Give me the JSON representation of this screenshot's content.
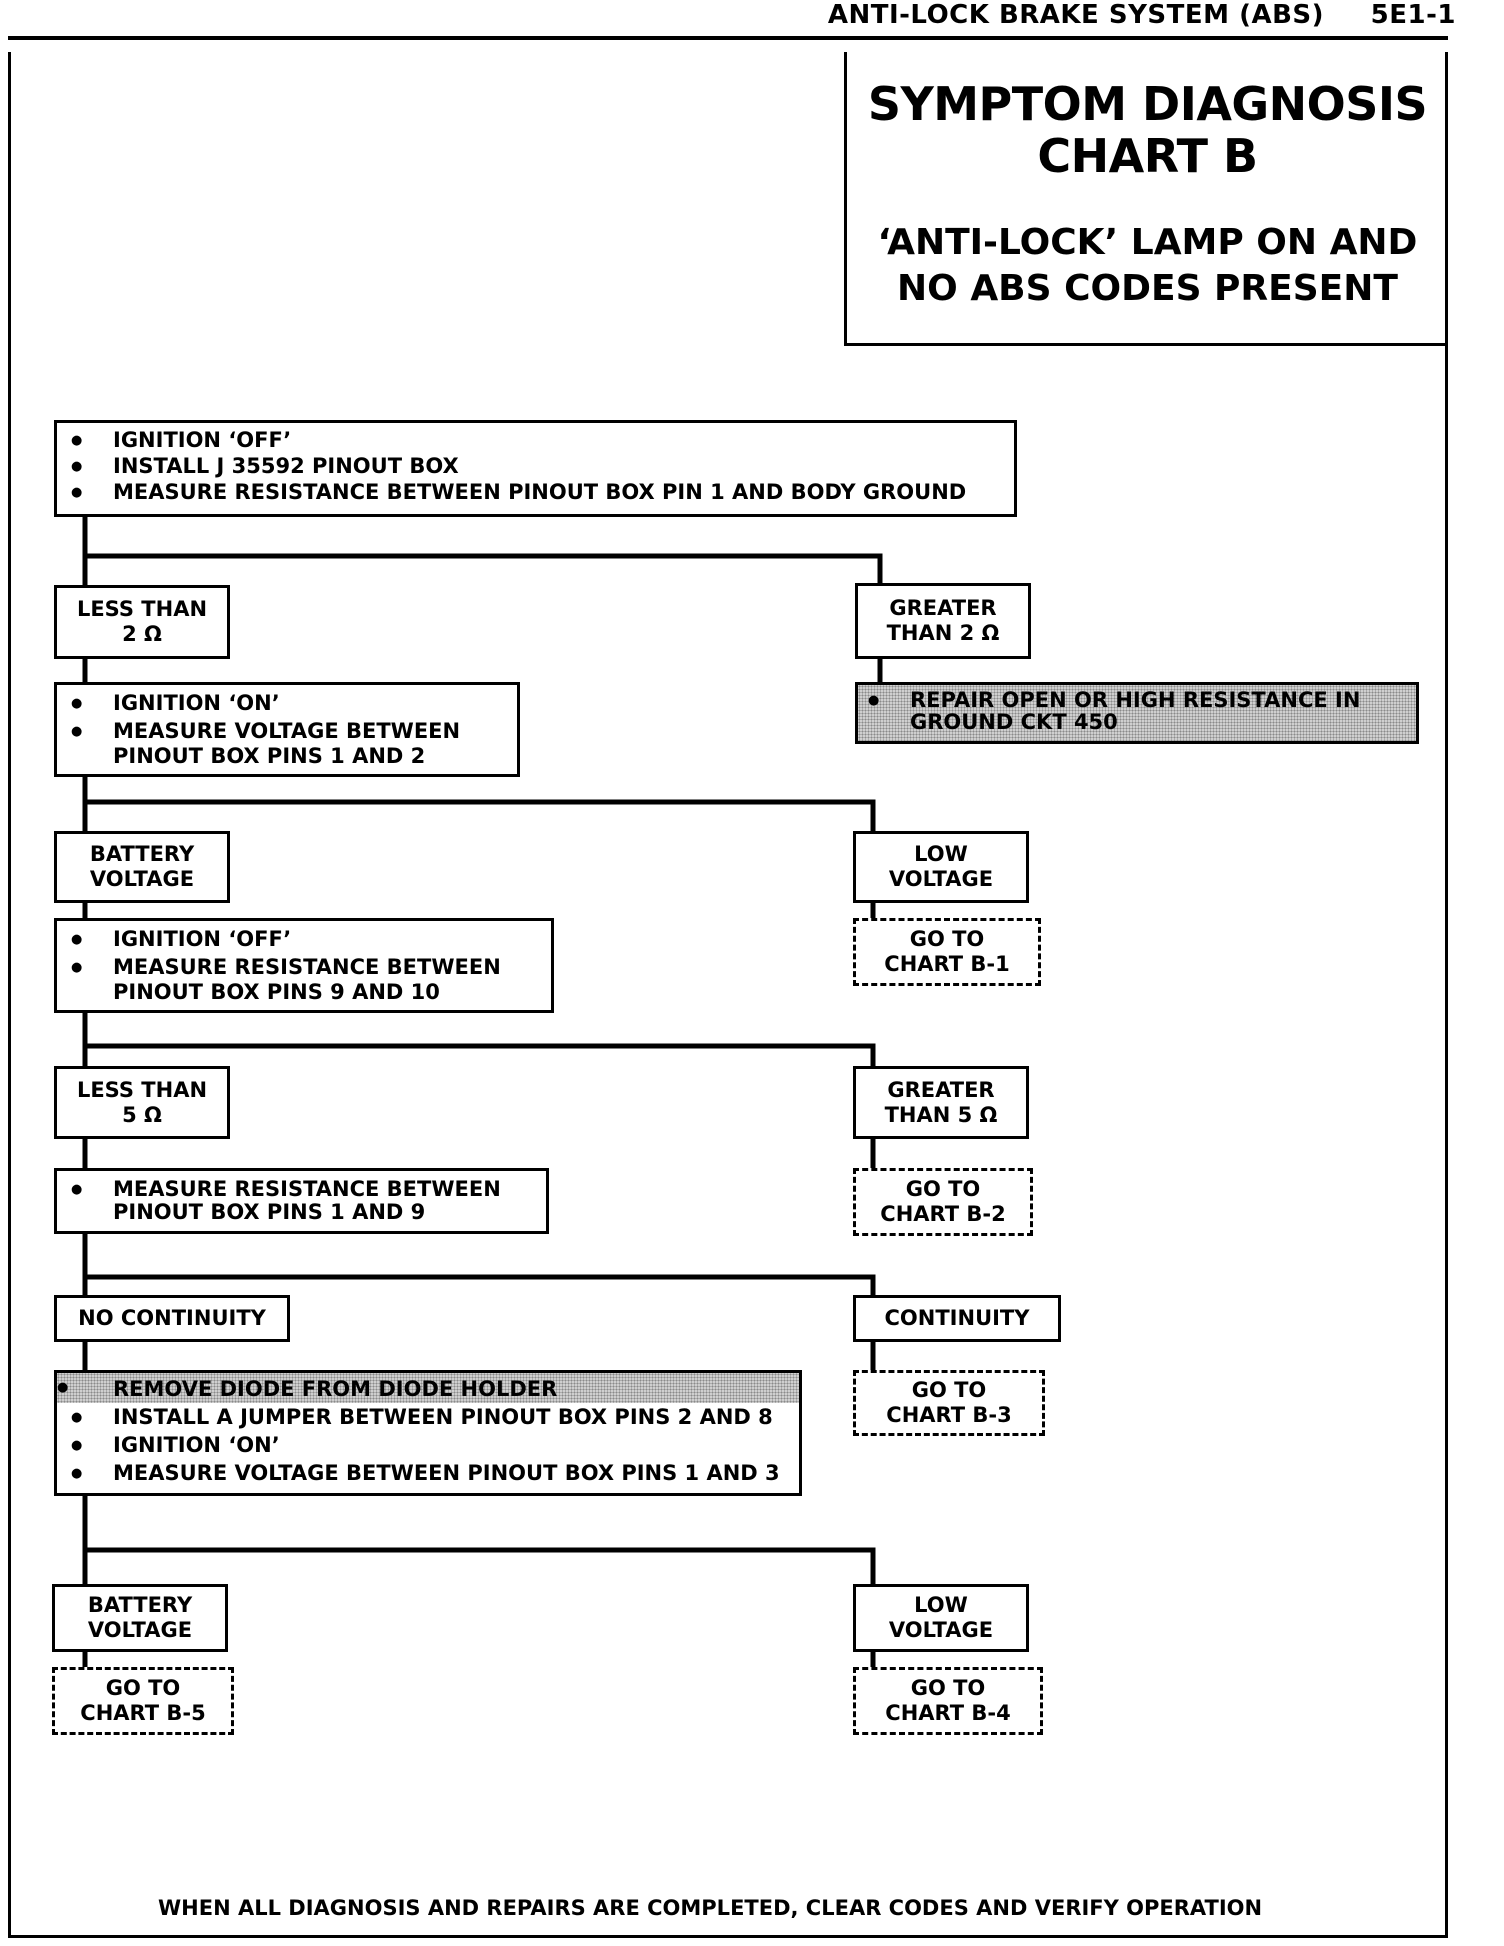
{
  "header": {
    "title": "ANTI-LOCK BRAKE SYSTEM (ABS)",
    "page": "5E1-1"
  },
  "title_box": {
    "title_line1": "SYMPTOM DIAGNOSIS",
    "title_line2": "CHART B",
    "subtitle_line1": "‘ANTI-LOCK’ LAMP ON AND",
    "subtitle_line2": "NO ABS CODES PRESENT"
  },
  "step1": {
    "items": [
      "IGNITION ‘OFF’",
      "INSTALL J 35592 PINOUT BOX",
      "MEASURE RESISTANCE BETWEEN PINOUT BOX PIN 1 AND BODY GROUND"
    ]
  },
  "r1_left": {
    "line1": "LESS THAN",
    "line2": "2 Ω"
  },
  "r1_right": {
    "line1": "GREATER",
    "line2": "THAN 2 Ω"
  },
  "repair1": {
    "line1": "REPAIR OPEN OR HIGH RESISTANCE IN",
    "line2": "GROUND CKT 450"
  },
  "step2": {
    "item1": "IGNITION ‘ON’",
    "item2_line1": "MEASURE VOLTAGE BETWEEN",
    "item2_line2": "PINOUT BOX PINS 1 AND 2"
  },
  "r2_left": {
    "line1": "BATTERY",
    "line2": "VOLTAGE"
  },
  "r2_right": {
    "line1": "LOW",
    "line2": "VOLTAGE"
  },
  "goto_b1": {
    "line1": "GO TO",
    "line2": "CHART B-1"
  },
  "step3": {
    "item1": "IGNITION ‘OFF’",
    "item2_line1": "MEASURE RESISTANCE  BETWEEN",
    "item2_line2": "PINOUT BOX PINS 9 AND 10"
  },
  "r3_left": {
    "line1": "LESS THAN",
    "line2": "5 Ω"
  },
  "r3_right": {
    "line1": "GREATER",
    "line2": "THAN 5 Ω"
  },
  "goto_b2": {
    "line1": "GO TO",
    "line2": "CHART B-2"
  },
  "step4": {
    "item1_line1": "MEASURE RESISTANCE BETWEEN",
    "item1_line2": "PINOUT BOX PINS 1 AND 9"
  },
  "r4_left": {
    "label": "NO CONTINUITY"
  },
  "r4_right": {
    "label": "CONTINUITY"
  },
  "goto_b3": {
    "line1": "GO TO",
    "line2": "CHART B-3"
  },
  "step5": {
    "items": [
      "REMOVE DIODE FROM DIODE HOLDER",
      "INSTALL A JUMPER BETWEEN PINOUT BOX PINS 2 AND 8",
      "IGNITION ‘ON’",
      "MEASURE VOLTAGE BETWEEN PINOUT BOX PINS 1 AND 3"
    ]
  },
  "r5_left": {
    "line1": "BATTERY",
    "line2": "VOLTAGE"
  },
  "r5_right": {
    "line1": "LOW",
    "line2": "VOLTAGE"
  },
  "goto_b5": {
    "line1": "GO TO",
    "line2": "CHART B-5"
  },
  "goto_b4": {
    "line1": "GO TO",
    "line2": "CHART B-4"
  },
  "footer": {
    "note": "WHEN ALL DIAGNOSIS AND REPAIRS ARE COMPLETED, CLEAR CODES AND VERIFY OPERATION"
  }
}
